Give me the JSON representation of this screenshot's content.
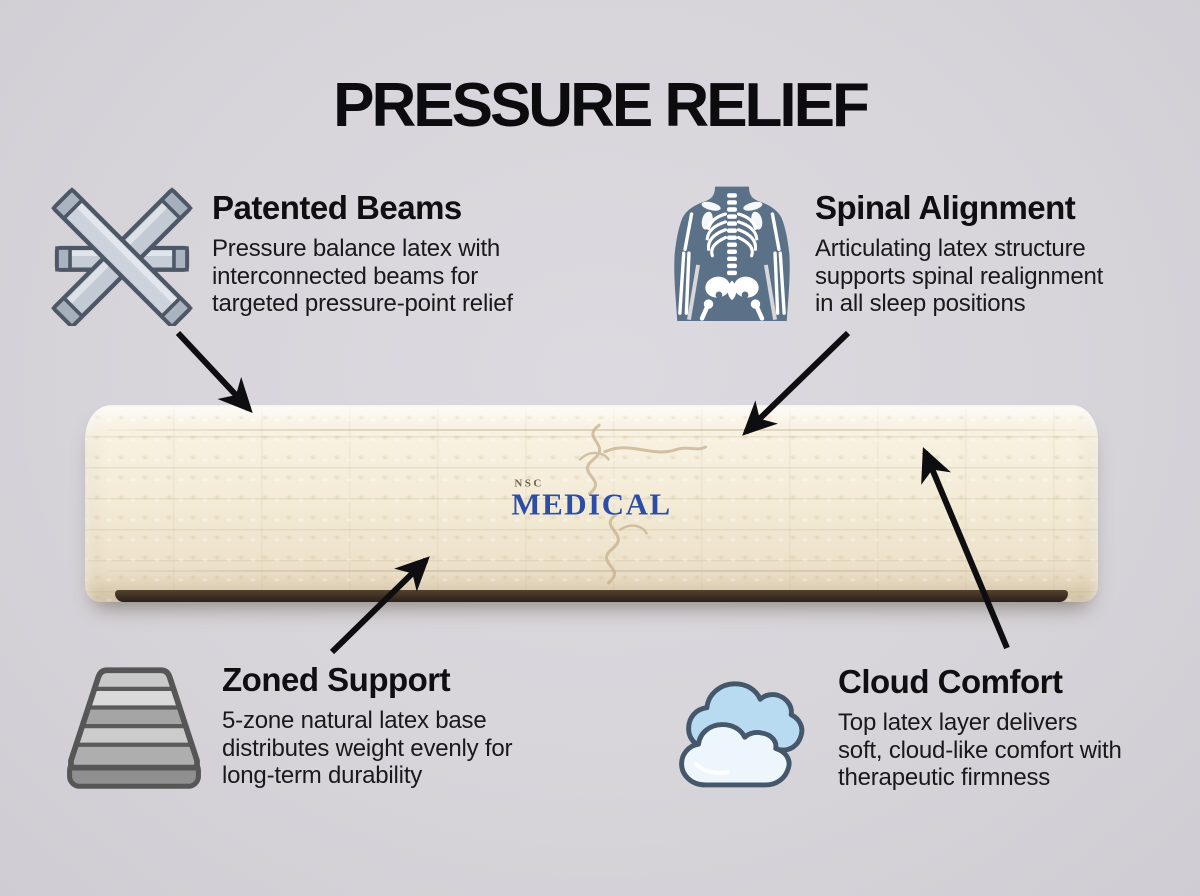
{
  "title": "PRESSURE RELIEF",
  "features": [
    {
      "icon": "beams-icon",
      "heading": "Patented Beams",
      "lines": [
        "Pressure balance latex with",
        "interconnected beams for",
        "targeted pressure-point relief"
      ]
    },
    {
      "icon": "skeleton-icon",
      "heading": "Spinal Alignment",
      "lines": [
        "Articulating latex structure",
        "supports spinal realignment",
        "in all sleep positions"
      ]
    },
    {
      "icon": "zoned-layers-icon",
      "heading": "Zoned Support",
      "lines": [
        "5-zone natural latex base",
        "distributes weight evenly for",
        "long-term durability"
      ]
    },
    {
      "icon": "cloud-icon",
      "heading": "Cloud Comfort",
      "lines": [
        "Top latex layer delivers",
        "soft, cloud-like comfort with",
        "therapeutic firmness"
      ]
    }
  ],
  "mattress": {
    "brand_small": "NSC",
    "brand_large": "MEDICAL"
  },
  "colors": {
    "background": "#d8d6db",
    "text": "#111114",
    "brand_blue": "#2d4da3",
    "icon_slate": "#5b7187",
    "icon_gray": "#c9cfd8",
    "cloud_blue": "#b9dbf2",
    "fabric_cream": "#f3ebd6",
    "arrow_black": "#0e0e10"
  }
}
